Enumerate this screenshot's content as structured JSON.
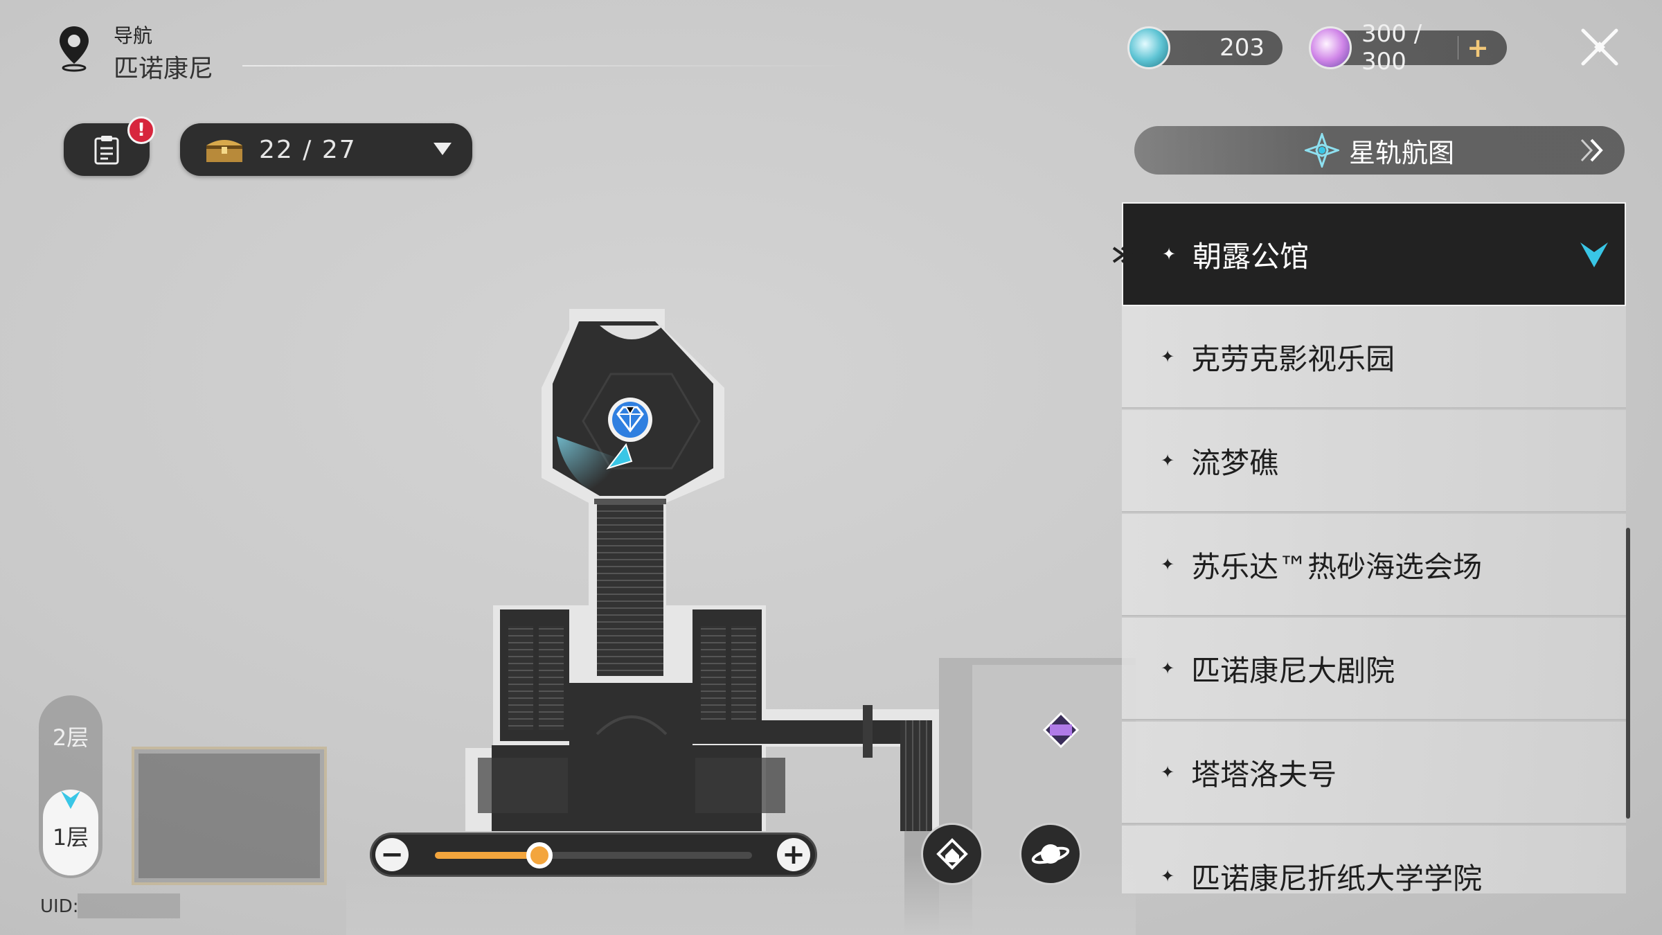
{
  "header": {
    "nav_label": "导航",
    "location": "匹诺康尼",
    "nav_icon": "map-pin-icon"
  },
  "currencies": [
    {
      "icon": "trailblaze-fuel-icon",
      "value": "203"
    },
    {
      "icon": "trailblaze-power-icon",
      "value": "300 / 300",
      "add_icon": "+"
    }
  ],
  "mission": {
    "icon": "mission-log-icon",
    "alert": "!"
  },
  "chest": {
    "icon": "treasure-chest-icon",
    "count": "22 / 27"
  },
  "star_map": {
    "label": "星轨航图",
    "icon": "star-rail-compass-icon"
  },
  "locations": [
    {
      "label": "朝露公馆",
      "active": true
    },
    {
      "label": "克劳克影视乐园",
      "active": false
    },
    {
      "label": "流梦礁",
      "active": false
    },
    {
      "label": "苏乐达™热砂海选会场",
      "active": false
    },
    {
      "label": "匹诺康尼大剧院",
      "active": false
    },
    {
      "label": "塔塔洛夫号",
      "active": false
    },
    {
      "label": "匹诺康尼折纸大学学院",
      "active": false
    }
  ],
  "floors": {
    "upper": "2层",
    "current": "1层"
  },
  "uid": {
    "label": "UID:"
  },
  "zoom": {
    "level": 0.33,
    "minus": "−",
    "plus": "+"
  },
  "colors": {
    "accent_orange": "#f3a53d",
    "accent_cyan": "#39c6e6",
    "alert_red": "#d7263d"
  }
}
